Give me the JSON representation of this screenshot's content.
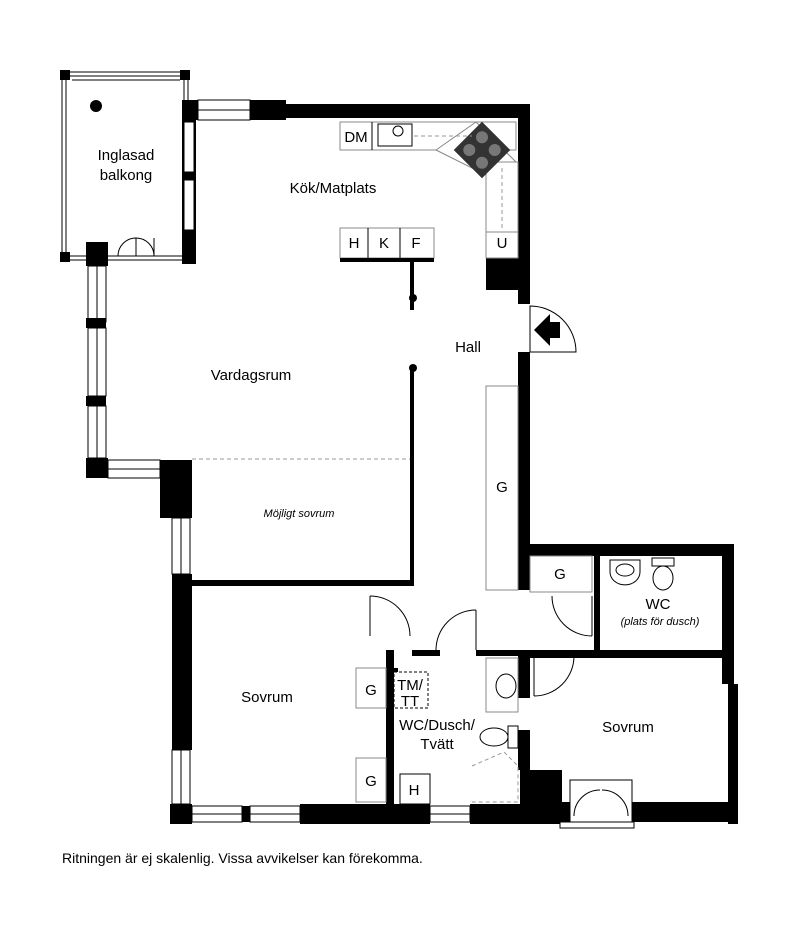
{
  "rooms": {
    "balkong_line1": "Inglasad",
    "balkong_line2": "balkong",
    "kok": "Kök/Matplats",
    "vardagsrum": "Vardagsrum",
    "hall": "Hall",
    "mojligt_sovrum": "Möjligt sovrum",
    "sovrum_left": "Sovrum",
    "sovrum_right": "Sovrum",
    "wc": "WC",
    "wc_note": "(plats för dusch)",
    "wc_dusch_line1": "WC/Dusch/",
    "wc_dusch_line2": "Tvätt"
  },
  "fixtures": {
    "dm": "DM",
    "h_kitchen": "H",
    "k": "K",
    "f": "F",
    "u": "U",
    "g_hall_long": "G",
    "g_hall_small": "G",
    "g_sovrum_top": "G",
    "g_sovrum_bottom": "G",
    "tm": "TM/",
    "tt": "TT",
    "h_bath": "H"
  },
  "footer": {
    "note": "Ritningen är ej skalenlig. Vissa avvikelser kan förekomma."
  }
}
